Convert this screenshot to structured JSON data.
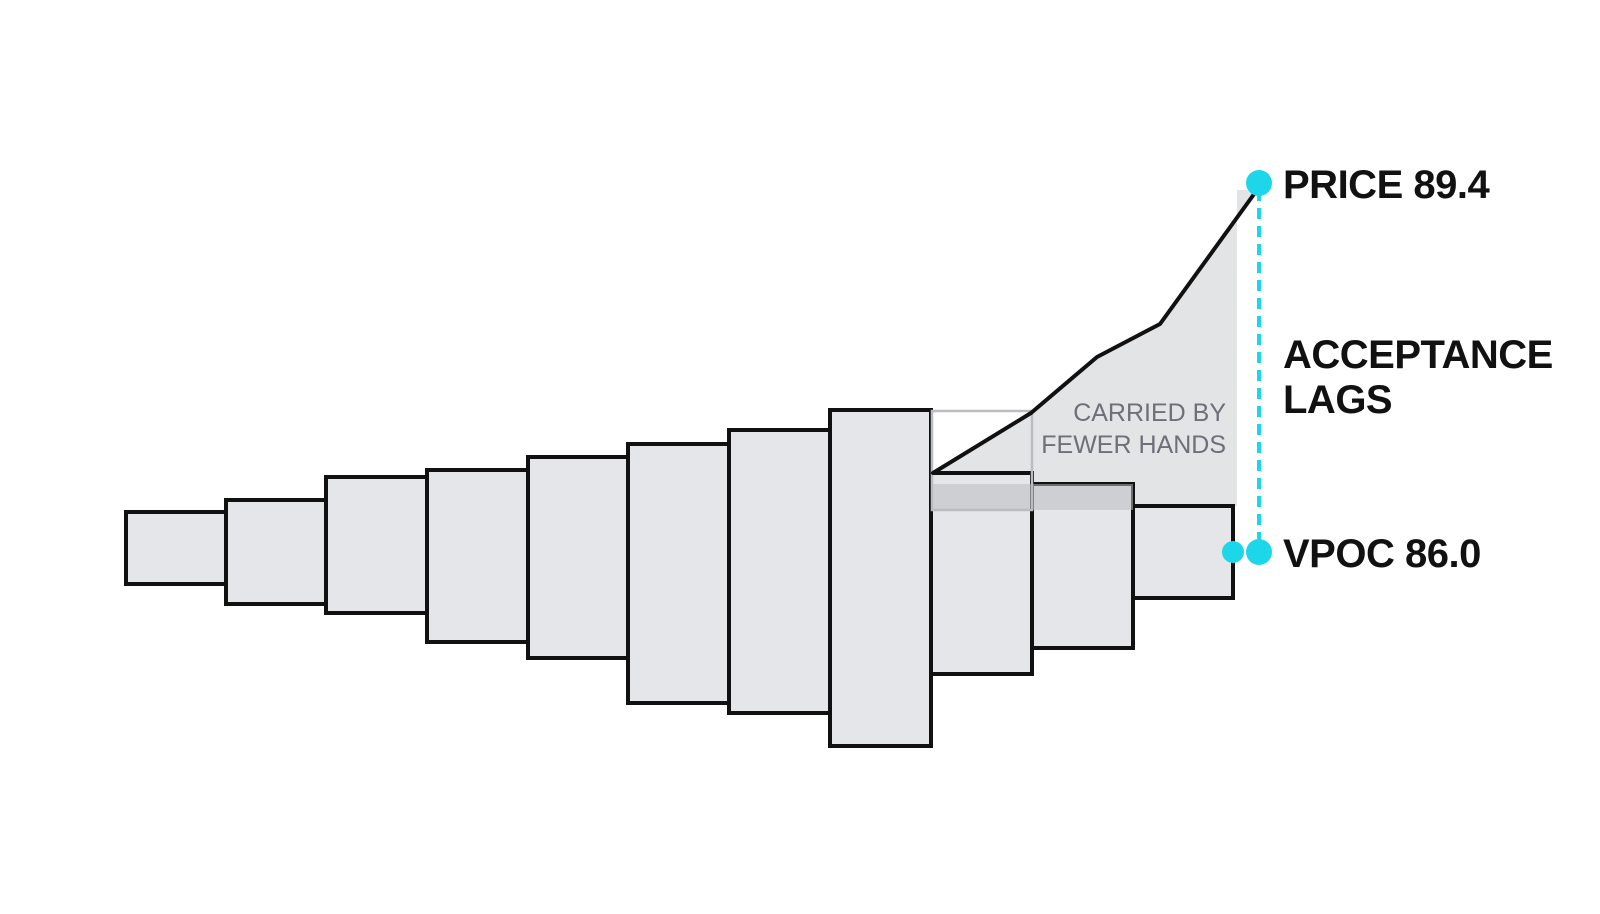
{
  "diagram": {
    "profile_bars": [
      {
        "id": 1
      },
      {
        "id": 2
      },
      {
        "id": 3
      },
      {
        "id": 4
      },
      {
        "id": 5
      },
      {
        "id": 6
      },
      {
        "id": 7
      },
      {
        "id": 8
      },
      {
        "id": 9
      },
      {
        "id": 10
      },
      {
        "id": 11
      }
    ],
    "labels": {
      "price": "PRICE 89.4",
      "acceptance_line1": "ACCEPTANCE",
      "acceptance_line2": "LAGS",
      "vpoc": "VPOC 86.0",
      "carried_line1": "CARRIED BY",
      "carried_line2": "FEWER HANDS"
    },
    "colors": {
      "accent": "#1ed6ea",
      "bar_fill": "#e4e6e9",
      "outline": "#111111",
      "muted_text": "#6b7079"
    }
  }
}
